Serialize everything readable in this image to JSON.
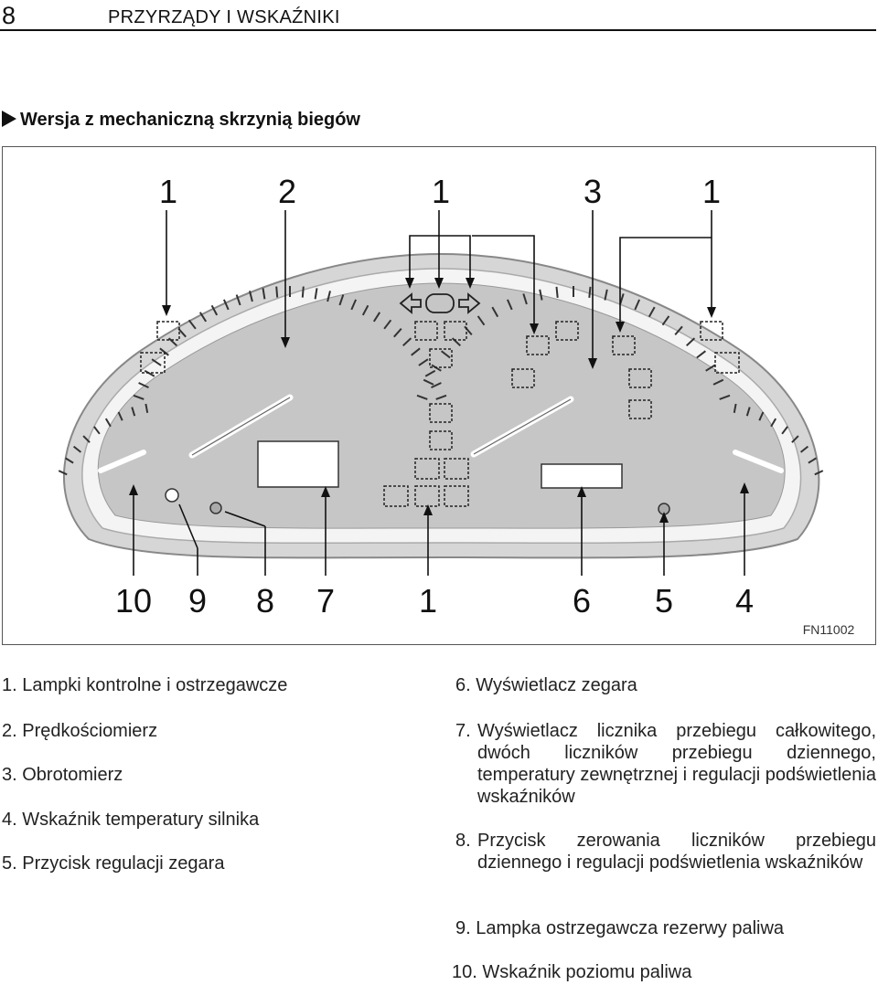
{
  "header": {
    "page_number": "8",
    "title": "PRZYRZĄDY I WSKAŹNIKI"
  },
  "section_title": "Wersja z mechaniczną skrzynią biegów",
  "figure": {
    "code": "FN11002",
    "callouts_top": [
      "1",
      "2",
      "1",
      "3",
      "1"
    ],
    "callouts_bottom": [
      "10",
      "9",
      "8",
      "7",
      "1",
      "6",
      "5",
      "4"
    ]
  },
  "legend_left": [
    {
      "num": "1.",
      "text": "Lampki kontrolne i ostrzegawcze"
    },
    {
      "num": "2.",
      "text": "Prędkościomierz"
    },
    {
      "num": "3.",
      "text": "Obrotomierz"
    },
    {
      "num": "4.",
      "text": "Wskaźnik temperatury silnika"
    },
    {
      "num": "5.",
      "text": "Przycisk regulacji zegara"
    }
  ],
  "legend_right": [
    {
      "num": "6.",
      "text": "Wyświetlacz zegara"
    },
    {
      "num": "7.",
      "text": "Wyświetlacz licznika przebiegu całkowitego, dwóch liczników przebiegu dziennego, temperatury zewnętrznej i regulacji podświetlenia wskaźników"
    },
    {
      "num": "8.",
      "text": "Przycisk zerowania liczników przebiegu dziennego i regulacji podświetlenia wskaźników"
    },
    {
      "num": "9.",
      "text": "Lampka ostrzegawcza rezerwy paliwa"
    },
    {
      "num": "10.",
      "text": "Wskaźnik poziomu paliwa"
    }
  ]
}
